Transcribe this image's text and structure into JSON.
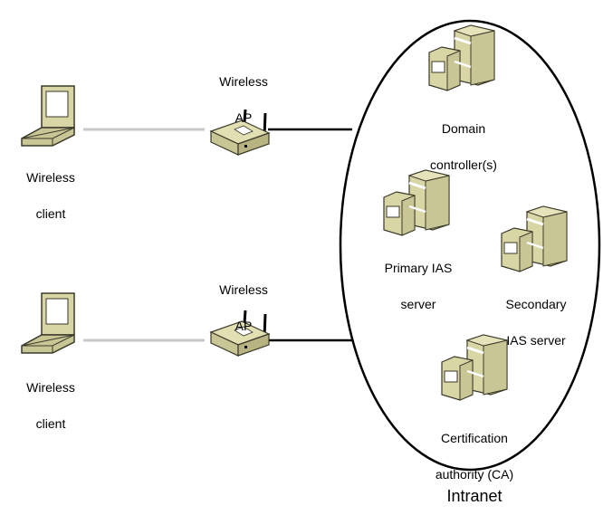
{
  "diagram": {
    "clients": [
      {
        "label_line1": "Wireless",
        "label_line2": "client"
      },
      {
        "label_line1": "Wireless",
        "label_line2": "client"
      }
    ],
    "access_points": [
      {
        "label_line1": "Wireless",
        "label_line2": "AP"
      },
      {
        "label_line1": "Wireless",
        "label_line2": "AP"
      }
    ],
    "servers": {
      "domain_controller": {
        "line1": "Domain",
        "line2": "controller(s)"
      },
      "primary_ias": {
        "line1": "Primary IAS",
        "line2": "server"
      },
      "secondary_ias": {
        "line1": "Secondary",
        "line2": "IAS server"
      },
      "certification_authority": {
        "line1": "Certification",
        "line2": "authority (CA)"
      }
    },
    "network_label": "Intranet",
    "colors": {
      "device_fill": "#d9d6a6",
      "device_dark": "#b8b482",
      "device_outline": "#3a3a2a",
      "wireless_link": "#c8c8c8",
      "wired_link": "#000000"
    },
    "icons": {
      "client": "laptop-icon",
      "access_point": "wireless-ap-icon",
      "server": "server-icon"
    }
  }
}
